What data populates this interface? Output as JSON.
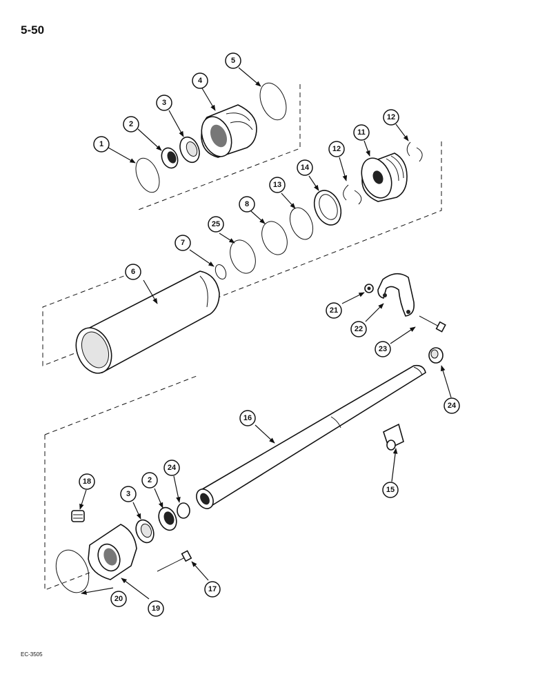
{
  "page": {
    "number": "5-50",
    "footer_code": "EC-3505"
  },
  "callouts": {
    "c1": "1",
    "c2a": "2",
    "c3a": "3",
    "c4": "4",
    "c5": "5",
    "c6": "6",
    "c7": "7",
    "c8": "8",
    "c25": "25",
    "c13": "13",
    "c14": "14",
    "c12a": "12",
    "c11": "11",
    "c12b": "12",
    "c21": "21",
    "c22": "22",
    "c23": "23",
    "c24a": "24",
    "c16": "16",
    "c15": "15",
    "c18": "18",
    "c3b": "3",
    "c2b": "2",
    "c24b": "24",
    "c17": "17",
    "c19": "19",
    "c20": "20"
  }
}
